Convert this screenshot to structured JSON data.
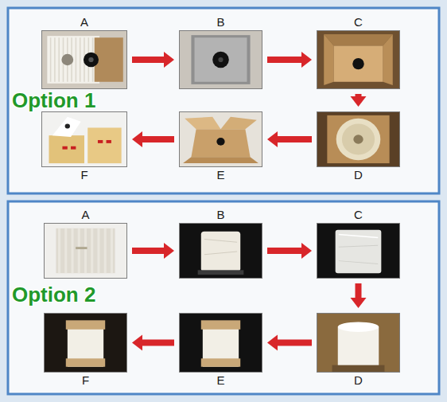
{
  "diagram": {
    "nodes": [
      {
        "text": [
          "Option 1"
        ]
      },
      {
        "text": [
          "A"
        ],
        "in": 0
      },
      {
        "text": [
          "B"
        ],
        "in": 0
      },
      {
        "text": [
          "C"
        ],
        "in": 0
      },
      {
        "text": [
          "D"
        ],
        "in": 0
      },
      {
        "text": [
          "E"
        ],
        "in": 0
      },
      {
        "text": [
          "F"
        ],
        "in": 0
      },
      {
        "text": [
          "Option 2"
        ]
      },
      {
        "text": [
          "A"
        ],
        "in": 7
      },
      {
        "text": [
          "B"
        ],
        "in": 7
      },
      {
        "text": [
          "C"
        ],
        "in": 7
      },
      {
        "text": [
          "D"
        ],
        "in": 7
      },
      {
        "text": [
          "E"
        ],
        "in": 7
      },
      {
        "text": [
          "F"
        ],
        "in": 7
      }
    ],
    "edges": [
      {
        "from": 1,
        "to": 2,
        "arrow": "to"
      },
      {
        "from": 2,
        "to": 3,
        "arrow": "to"
      },
      {
        "from": 3,
        "to": 4,
        "arrow": "to"
      },
      {
        "from": 4,
        "to": 5,
        "arrow": "to"
      },
      {
        "from": 5,
        "to": 6,
        "arrow": "to"
      },
      {
        "from": 8,
        "to": 9,
        "arrow": "to"
      },
      {
        "from": 9,
        "to": 10,
        "arrow": "to"
      },
      {
        "from": 10,
        "to": 11,
        "arrow": "to"
      },
      {
        "from": 11,
        "to": 12,
        "arrow": "to"
      },
      {
        "from": 12,
        "to": 13,
        "arrow": "to"
      }
    ]
  }
}
